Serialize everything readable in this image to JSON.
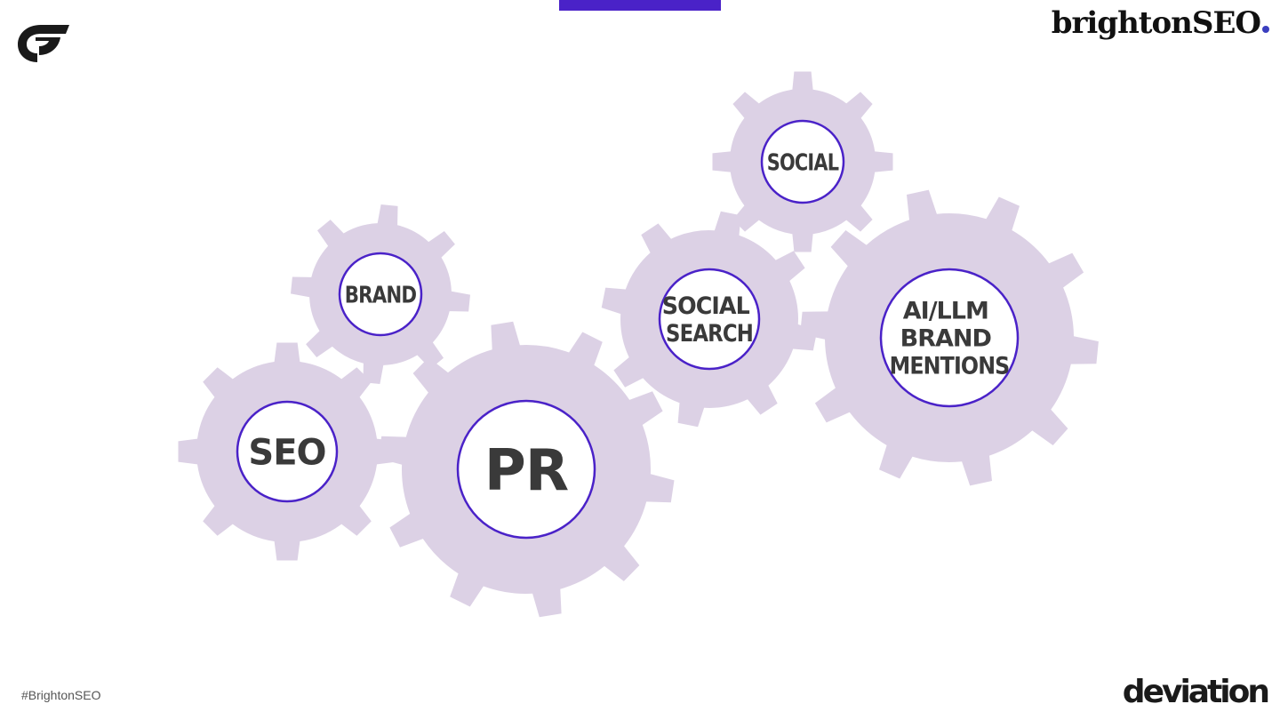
{
  "colors": {
    "accent": "#4a22c8",
    "gear_fill": "#dcd1e5",
    "gear_outline": "#4a22c8",
    "label": "#3a3a3a"
  },
  "header": {
    "brand_text": "brightonSEO",
    "brand_dot_color": "#3b3fbf"
  },
  "footer": {
    "hashtag": "#BrightonSEO",
    "logo_text": "deviation"
  },
  "gears": [
    {
      "id": "social",
      "lines": [
        "SOCIAL"
      ]
    },
    {
      "id": "brand",
      "lines": [
        "BRAND"
      ]
    },
    {
      "id": "social-search",
      "lines": [
        "SOCIAL",
        "SEARCH"
      ]
    },
    {
      "id": "ai-llm-brand-mentions",
      "lines": [
        "AI/LLM",
        "BRAND",
        "MENTIONS"
      ]
    },
    {
      "id": "seo",
      "lines": [
        "SEO"
      ]
    },
    {
      "id": "pr",
      "lines": [
        "PR"
      ]
    }
  ]
}
